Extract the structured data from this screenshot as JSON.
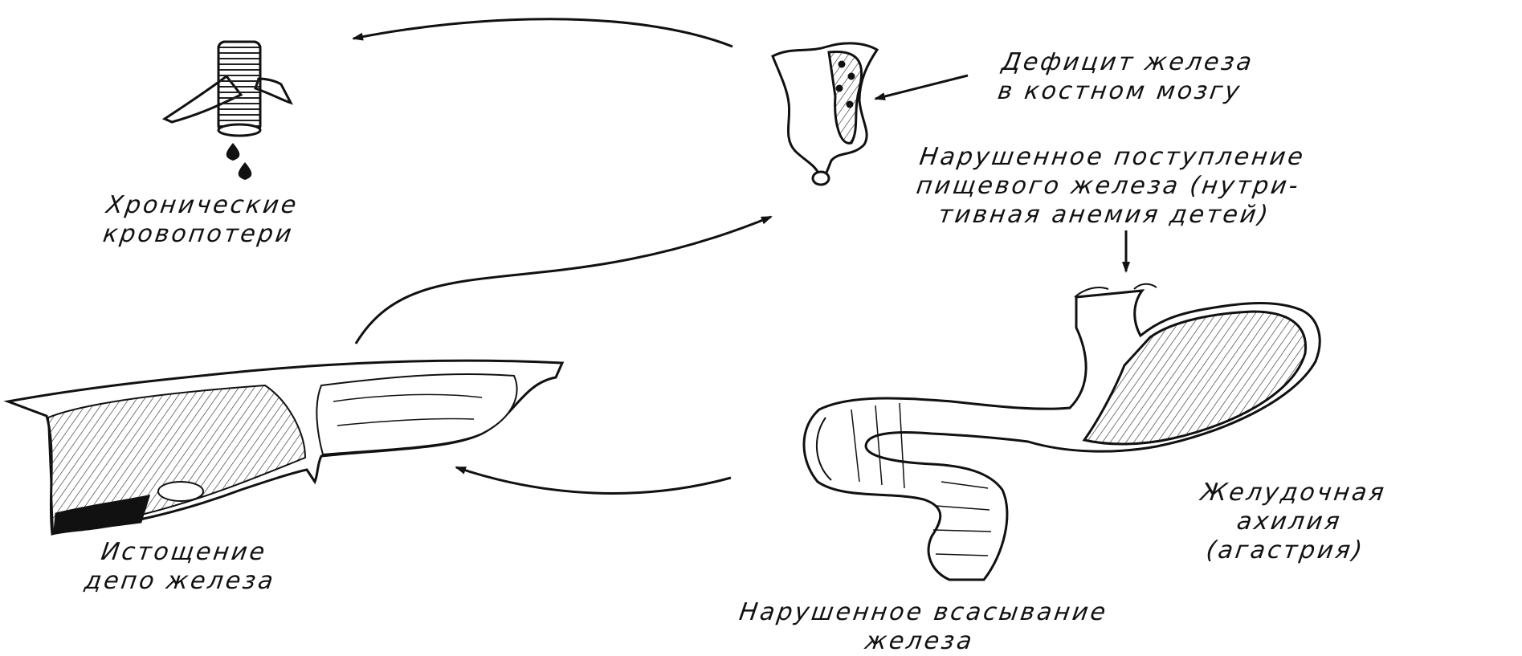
{
  "diagram": {
    "labels": {
      "blood_loss": [
        "Хронические",
        "кровопотери"
      ],
      "marrow_deficit": [
        "Дефицит железа",
        "в костном мозгу"
      ],
      "intake": [
        "Нарушенное поступление",
        "пищевого железа (нутри-",
        "тивная анемия детей)"
      ],
      "depot": [
        "Истощение",
        "депо железа"
      ],
      "achylia": [
        "Желудочная",
        "ахилия",
        "(агастрия)"
      ],
      "absorption": [
        "Нарушенное всасывание",
        "железа"
      ]
    }
  }
}
